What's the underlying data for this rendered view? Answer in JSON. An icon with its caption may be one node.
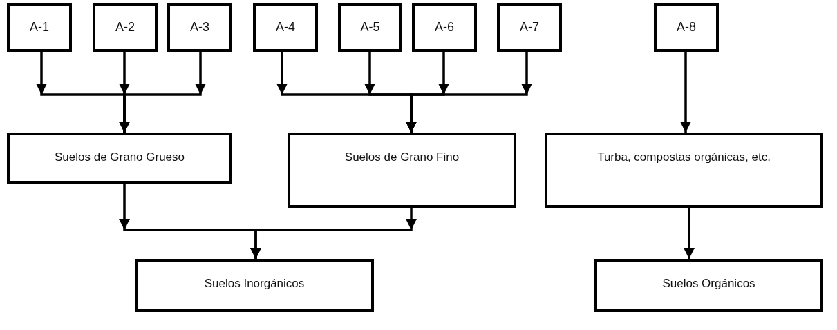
{
  "diagram": {
    "nodes": [
      {
        "text": [
          "A-1"
        ]
      },
      {
        "text": [
          "A-2"
        ]
      },
      {
        "text": [
          "A-3"
        ]
      },
      {
        "text": [
          "A-4"
        ]
      },
      {
        "text": [
          "A-5"
        ]
      },
      {
        "text": [
          "A-6"
        ]
      },
      {
        "text": [
          "A-7"
        ]
      },
      {
        "text": [
          "A-8"
        ]
      },
      {
        "text": [
          "Suelos de Grano Grueso"
        ]
      },
      {
        "text": [
          "Suelos de Grano Fino"
        ]
      },
      {
        "text": [
          "Turba, compostas orgánicas, etc."
        ]
      },
      {
        "text": [
          "Suelos Inorgánicos"
        ]
      },
      {
        "text": [
          "Suelos Orgánicos"
        ]
      }
    ],
    "edges": [
      {
        "from": 0,
        "to": 8,
        "arrow": "to"
      },
      {
        "from": 1,
        "to": 8,
        "arrow": "to"
      },
      {
        "from": 2,
        "to": 8,
        "arrow": "to"
      },
      {
        "from": 3,
        "to": 9,
        "arrow": "to"
      },
      {
        "from": 4,
        "to": 9,
        "arrow": "to"
      },
      {
        "from": 5,
        "to": 9,
        "arrow": "to"
      },
      {
        "from": 6,
        "to": 9,
        "arrow": "to"
      },
      {
        "from": 7,
        "to": 10,
        "arrow": "to"
      },
      {
        "from": 8,
        "to": 11,
        "arrow": "to"
      },
      {
        "from": 9,
        "to": 11,
        "arrow": "to"
      },
      {
        "from": 10,
        "to": 12,
        "arrow": "to"
      }
    ]
  }
}
